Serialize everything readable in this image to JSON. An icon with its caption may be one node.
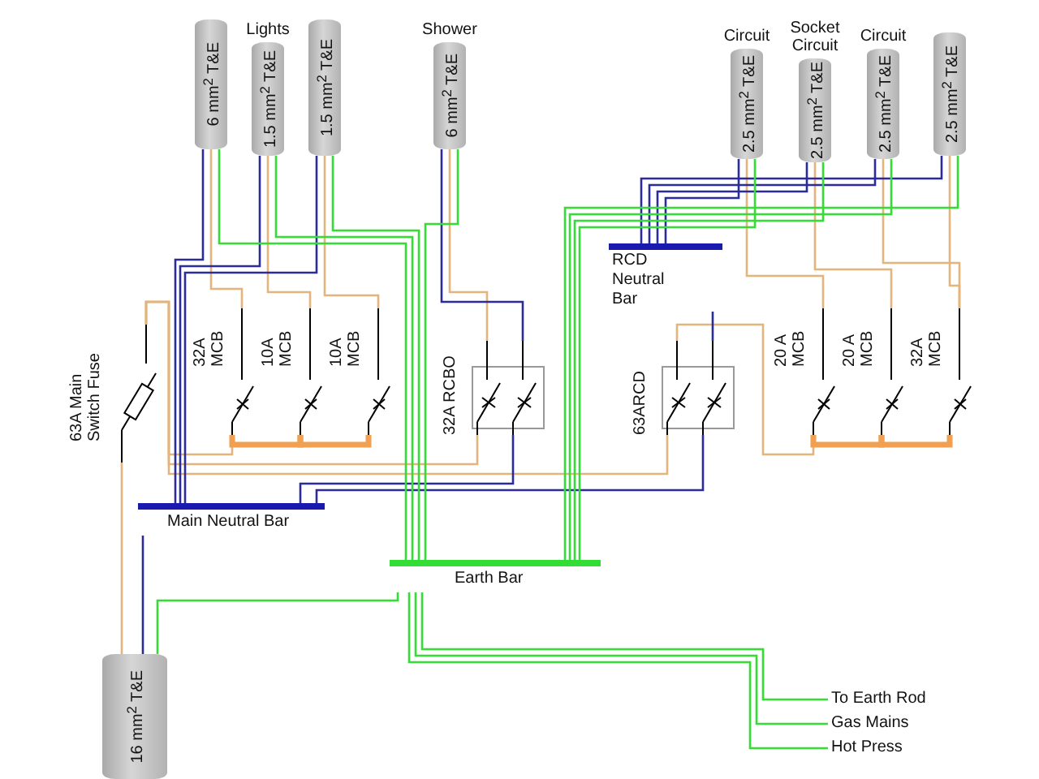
{
  "diagram": {
    "nodes": [
      {
        "text": [
          "6 mm$^{2}$ T&E"
        ]
      },
      {
        "text": [
          "1.5 mm$^{2}$ T&E"
        ],
        "beside": [
          "Lights"
        ]
      },
      {
        "text": [
          "1.5 mm$^{2}$ T&E"
        ]
      },
      {
        "text": [
          "6 mm$^{2}$ T&E"
        ],
        "beside": [
          "Shower"
        ]
      },
      {
        "text": [
          "2.5 mm$^{2}$ T&E"
        ],
        "beside": [
          "Circuit"
        ]
      },
      {
        "text": [
          "2.5 mm$^{2}$ T&E"
        ],
        "beside": [
          "Socket Circuit"
        ]
      },
      {
        "text": [
          "2.5 mm$^{2}$ T&E"
        ],
        "beside": [
          "Circuit"
        ]
      },
      {
        "text": [
          "2.5 mm$^{2}$ T&E"
        ]
      },
      {
        "text": [
          "16 mm$^{2}$ T&E"
        ]
      },
      {
        "text": [
          "63A Main Switch Fuse"
        ]
      },
      {
        "text": [
          "32A MCB"
        ]
      },
      {
        "text": [
          "10A MCB"
        ]
      },
      {
        "text": [
          "10A MCB"
        ]
      },
      {
        "text": [
          "32A RCBO"
        ]
      },
      {
        "text": [
          "63ARCD"
        ]
      },
      {
        "text": [
          "20 A MCB"
        ]
      },
      {
        "text": [
          "20 A MCB"
        ]
      },
      {
        "text": [
          "32A MCB"
        ]
      },
      {
        "text": [
          "Main Neutral Bar"
        ]
      },
      {
        "text": [
          "RCD Neutral Bar"
        ]
      },
      {
        "text": [
          "Earth Bar"
        ]
      },
      {
        "text": [
          "To Earth Rod"
        ]
      },
      {
        "text": [
          "Gas Mains"
        ]
      },
      {
        "text": [
          "Hot Press"
        ]
      }
    ],
    "edges": [
      {
        "from": 8,
        "to": 9,
        "arrow": "none",
        "color": "#e3b47c"
      },
      {
        "from": 8,
        "to": 18,
        "arrow": "none",
        "color": "#2b2b9c"
      },
      {
        "from": 8,
        "to": 20,
        "arrow": "none",
        "color": "#33dd33"
      },
      {
        "from": 9,
        "to": 10,
        "arrow": "none",
        "color": "#e3b47c"
      },
      {
        "from": 9,
        "to": 13,
        "arrow": "none",
        "color": "#e3b47c"
      },
      {
        "from": 9,
        "to": 14,
        "arrow": "none",
        "color": "#e3b47c"
      },
      {
        "from": 10,
        "to": 11,
        "arrow": "none",
        "style": "thick",
        "color": "#f0a050"
      },
      {
        "from": 11,
        "to": 12,
        "arrow": "none",
        "style": "thick",
        "color": "#f0a050"
      },
      {
        "from": 14,
        "to": 15,
        "arrow": "none",
        "color": "#e3b47c"
      },
      {
        "from": 15,
        "to": 16,
        "arrow": "none",
        "style": "thick",
        "color": "#f0a050"
      },
      {
        "from": 16,
        "to": 17,
        "arrow": "none",
        "style": "thick",
        "color": "#f0a050"
      },
      {
        "from": 0,
        "to": 10,
        "arrow": "none",
        "color": "#e3b47c"
      },
      {
        "from": 1,
        "to": 11,
        "arrow": "none",
        "color": "#e3b47c"
      },
      {
        "from": 2,
        "to": 12,
        "arrow": "none",
        "color": "#e3b47c"
      },
      {
        "from": 3,
        "to": 13,
        "arrow": "none",
        "color": "#e3b47c"
      },
      {
        "from": 4,
        "to": 15,
        "arrow": "none",
        "color": "#e3b47c"
      },
      {
        "from": 5,
        "to": 16,
        "arrow": "none",
        "color": "#e3b47c"
      },
      {
        "from": 6,
        "to": 17,
        "arrow": "none",
        "color": "#e3b47c"
      },
      {
        "from": 7,
        "to": 17,
        "arrow": "none",
        "color": "#e3b47c"
      },
      {
        "from": 0,
        "to": 18,
        "arrow": "none",
        "color": "#2b2b9c"
      },
      {
        "from": 1,
        "to": 18,
        "arrow": "none",
        "color": "#2b2b9c"
      },
      {
        "from": 2,
        "to": 18,
        "arrow": "none",
        "color": "#2b2b9c"
      },
      {
        "from": 3,
        "to": 13,
        "arrow": "none",
        "color": "#2b2b9c"
      },
      {
        "from": 13,
        "to": 18,
        "arrow": "none",
        "color": "#2b2b9c"
      },
      {
        "from": 4,
        "to": 19,
        "arrow": "none",
        "color": "#2b2b9c"
      },
      {
        "from": 5,
        "to": 19,
        "arrow": "none",
        "color": "#2b2b9c"
      },
      {
        "from": 6,
        "to": 19,
        "arrow": "none",
        "color": "#2b2b9c"
      },
      {
        "from": 7,
        "to": 19,
        "arrow": "none",
        "color": "#2b2b9c"
      },
      {
        "from": 19,
        "to": 14,
        "arrow": "none",
        "color": "#2b2b9c"
      },
      {
        "from": 14,
        "to": 18,
        "arrow": "none",
        "color": "#2b2b9c"
      },
      {
        "from": 0,
        "to": 20,
        "arrow": "none",
        "color": "#33dd33"
      },
      {
        "from": 1,
        "to": 20,
        "arrow": "none",
        "color": "#33dd33"
      },
      {
        "from": 2,
        "to": 20,
        "arrow": "none",
        "color": "#33dd33"
      },
      {
        "from": 3,
        "to": 20,
        "arrow": "none",
        "color": "#33dd33"
      },
      {
        "from": 4,
        "to": 20,
        "arrow": "none",
        "color": "#33dd33"
      },
      {
        "from": 5,
        "to": 20,
        "arrow": "none",
        "color": "#33dd33"
      },
      {
        "from": 6,
        "to": 20,
        "arrow": "none",
        "color": "#33dd33"
      },
      {
        "from": 7,
        "to": 20,
        "arrow": "none",
        "color": "#33dd33"
      },
      {
        "from": 20,
        "to": 21,
        "arrow": "none",
        "color": "#33dd33"
      },
      {
        "from": 20,
        "to": 22,
        "arrow": "none",
        "color": "#33dd33"
      },
      {
        "from": 20,
        "to": 23,
        "arrow": "none",
        "color": "#33dd33"
      }
    ]
  }
}
